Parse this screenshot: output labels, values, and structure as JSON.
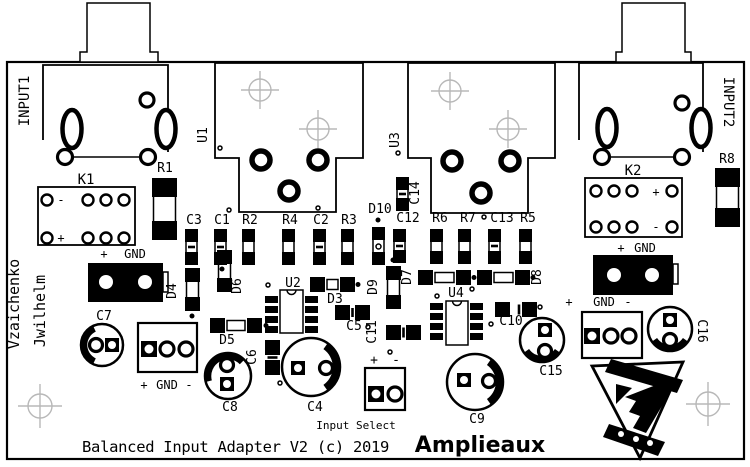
{
  "texts": {
    "title": "Balanced Input Adapter V2 (c) 2019",
    "brand": "Amplieaux",
    "input_select": "Input Select",
    "credit1": "Vzaichenko",
    "credit2": "Jwilhelm",
    "plus": "+",
    "minus": "-",
    "gnd": "GND"
  },
  "refs": {
    "input1": "INPUT1",
    "input2": "INPUT2",
    "u1": "U1",
    "u2": "U2",
    "u3": "U3",
    "u4": "U4",
    "k1": "K1",
    "k2": "K2",
    "r1": "R1",
    "r2": "R2",
    "r3": "R3",
    "r4": "R4",
    "r5": "R5",
    "r6": "R6",
    "r7": "R7",
    "r8": "R8",
    "c1": "C1",
    "c2": "C2",
    "c3": "C3",
    "c4": "C4",
    "c5": "C5",
    "c6": "C6",
    "c7": "C7",
    "c8": "C8",
    "c9": "C9",
    "c10": "C10",
    "c11": "C11",
    "c12": "C12",
    "c13": "C13",
    "c14": "C14",
    "c15": "C15",
    "c16": "C16",
    "d3": "D3",
    "d4": "D4",
    "d5": "D5",
    "d6": "D6",
    "d7": "D7",
    "d8": "D8",
    "d9": "D9",
    "d10": "D10"
  },
  "colors": {
    "silkscreen": "#000000",
    "board": "#ffffff",
    "crosshair": "#b8b8b8"
  }
}
